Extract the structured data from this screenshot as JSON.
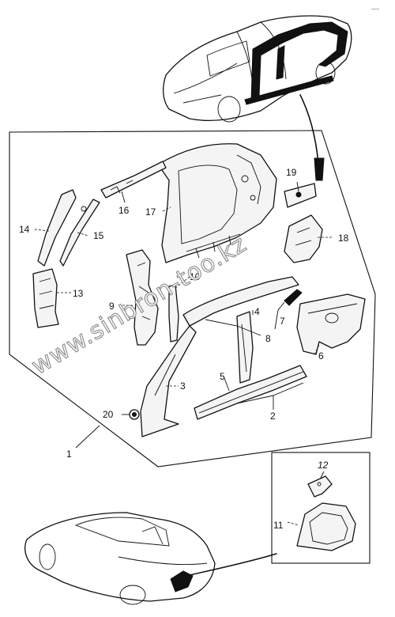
{
  "diagram": {
    "labels": [
      {
        "id": "1",
        "text": "1"
      },
      {
        "id": "2",
        "text": "2"
      },
      {
        "id": "3",
        "text": "3"
      },
      {
        "id": "4",
        "text": "4"
      },
      {
        "id": "5",
        "text": "5"
      },
      {
        "id": "6",
        "text": "6"
      },
      {
        "id": "7",
        "text": "7"
      },
      {
        "id": "8",
        "text": "8"
      },
      {
        "id": "9",
        "text": "9"
      },
      {
        "id": "10",
        "text": "10"
      },
      {
        "id": "11",
        "text": "11"
      },
      {
        "id": "12",
        "text": "12"
      },
      {
        "id": "13",
        "text": "13"
      },
      {
        "id": "14",
        "text": "14"
      },
      {
        "id": "15",
        "text": "15"
      },
      {
        "id": "16",
        "text": "16"
      },
      {
        "id": "17",
        "text": "17"
      },
      {
        "id": "18",
        "text": "18"
      },
      {
        "id": "19",
        "text": "19"
      },
      {
        "id": "20",
        "text": "20"
      }
    ],
    "watermark": "www.sinbron-too.kz",
    "corner_mark": "—"
  }
}
